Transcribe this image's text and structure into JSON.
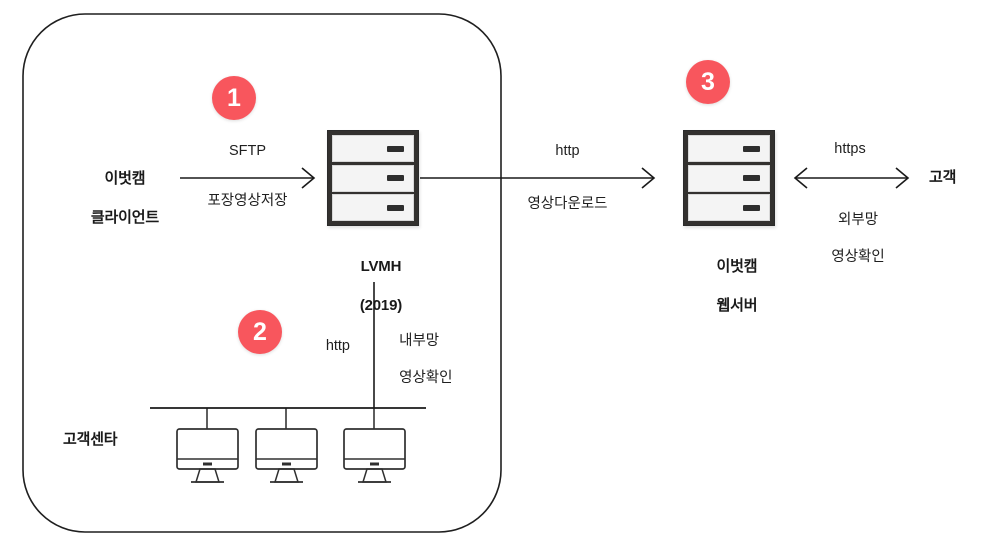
{
  "diagram": {
    "title_present": false,
    "boundary_label": "",
    "accent_color": "#f8565d",
    "line_color": "#1a1a1a",
    "background": "#ffffff"
  },
  "badges": [
    {
      "id": "badge-1",
      "number": "1"
    },
    {
      "id": "badge-2",
      "number": "2"
    },
    {
      "id": "badge-3",
      "number": "3"
    }
  ],
  "nodes": {
    "client": {
      "line1": "이벗캠",
      "line2": "클라이언트"
    },
    "lvmh_server": {
      "line1": "LVMH",
      "line2": "(2019)"
    },
    "web_server": {
      "line1": "이벗캠",
      "line2": "웹서버"
    },
    "customer": {
      "label": "고객"
    },
    "call_center": {
      "label": "고객센타"
    }
  },
  "flows": {
    "client_to_lvmh": {
      "protocol": "SFTP",
      "description": "포장영상저장"
    },
    "lvmh_to_web": {
      "protocol": "http",
      "description": "영상다운로드"
    },
    "web_to_customer": {
      "protocol": "https",
      "desc_line1": "외부망",
      "desc_line2": "영상확인"
    },
    "lvmh_to_center": {
      "protocol": "http",
      "desc_line1": "내부망",
      "desc_line2": "영상확인"
    }
  },
  "icons": {
    "server": "server-rack-icon",
    "monitor": "desktop-monitor-icon",
    "arrow_right": "arrow-right-icon",
    "arrow_bidirectional": "arrow-left-right-icon"
  },
  "workstations": [
    {
      "id": "workstation-1"
    },
    {
      "id": "workstation-2"
    },
    {
      "id": "workstation-3"
    }
  ]
}
